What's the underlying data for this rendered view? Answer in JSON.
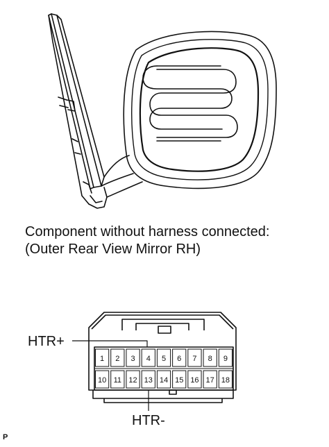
{
  "caption": {
    "line1": "Component without harness connected:",
    "line2": "(Outer Rear View Mirror RH)"
  },
  "connector": {
    "pins_top": [
      "1",
      "2",
      "3",
      "4",
      "5",
      "6",
      "7",
      "8",
      "9"
    ],
    "pins_bottom": [
      "10",
      "11",
      "12",
      "13",
      "14",
      "15",
      "16",
      "17",
      "18"
    ],
    "labels": {
      "plus": "HTR+",
      "minus": "HTR-"
    }
  },
  "figure_code": "P"
}
